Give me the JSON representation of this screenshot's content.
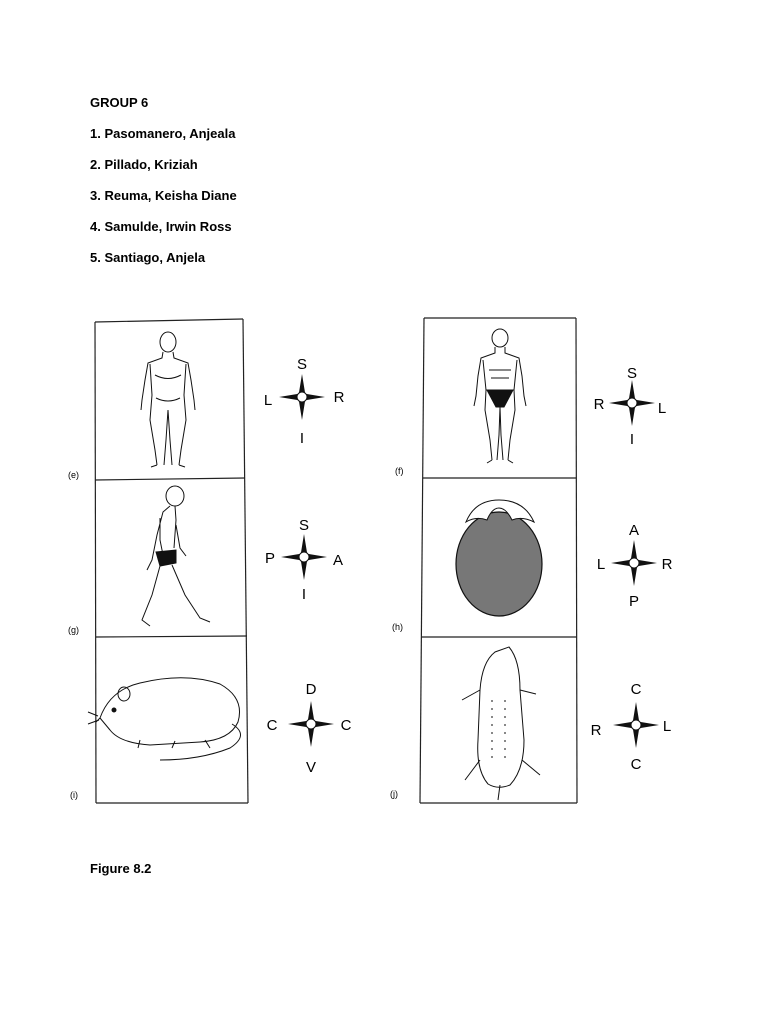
{
  "group": {
    "title": "GROUP 6",
    "members": [
      "1. Pasomanero, Anjeala",
      "2. Pillado, Kriziah",
      "3. Reuma, Keisha Diane",
      "4. Samulde, Irwin Ross",
      "5. Santiago, Anjela"
    ]
  },
  "figure": {
    "caption": "Figure 8.2",
    "panels": [
      {
        "id": "e",
        "label": "(e)",
        "subject": "human-posterior-icon",
        "top": "S",
        "left": "L",
        "right": "R",
        "bottom": "I"
      },
      {
        "id": "f",
        "label": "(f)",
        "subject": "human-anterior-icon",
        "top": "S",
        "left": "R",
        "right": "L",
        "bottom": "I"
      },
      {
        "id": "g",
        "label": "(g)",
        "subject": "human-lateral-walking-icon",
        "top": "S",
        "left": "P",
        "right": "A",
        "bottom": "I"
      },
      {
        "id": "h",
        "label": "(h)",
        "subject": "head-superior-icon",
        "top": "A",
        "left": "L",
        "right": "R",
        "bottom": "P"
      },
      {
        "id": "i",
        "label": "(i)",
        "subject": "rat-lateral-icon",
        "top": "D",
        "left": "C",
        "right": "C",
        "bottom": "V"
      },
      {
        "id": "j",
        "label": "(j)",
        "subject": "rat-ventral-icon",
        "top": "C",
        "left": "R",
        "right": "L",
        "bottom": "C"
      }
    ]
  }
}
